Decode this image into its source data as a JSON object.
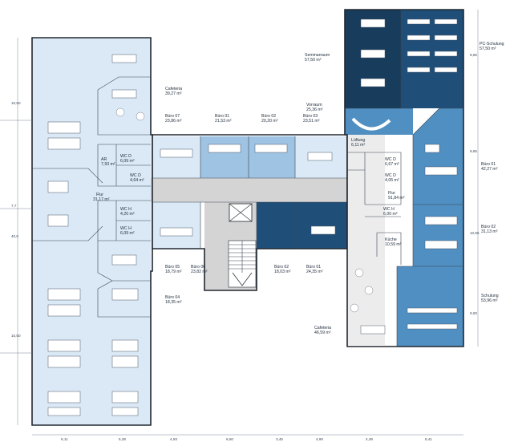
{
  "colors": {
    "light_blue": "#dbe8f6",
    "mid_blue": "#9fc3e3",
    "blue": "#4f8fc2",
    "dark_blue": "#1f4e79",
    "navy": "#173c5c",
    "grey": "#d4d4d4",
    "light_grey": "#ececec"
  },
  "rooms": {
    "cafeteria_w": {
      "name": "Cafeteria",
      "area": "39,27 m²"
    },
    "buero07": {
      "name": "Büro 07",
      "area": "23,86 m²"
    },
    "buero01_top": {
      "name": "Büro 01",
      "area": "21,53 m²"
    },
    "buero02_top": {
      "name": "Büro 02",
      "area": "20,20 m²"
    },
    "buero03": {
      "name": "Büro 03",
      "area": "23,51 m²"
    },
    "vorraum": {
      "name": "Vorraum",
      "area": "25,36 m²"
    },
    "seminarraum": {
      "name": "Seminarraum",
      "area": "57,50 m²"
    },
    "pc_schulung": {
      "name": "PC-Schulung",
      "area": "57,50 m²"
    },
    "lueftung": {
      "name": "Lüftung",
      "area": "6,11 m²"
    },
    "ar": {
      "name": "AR",
      "area": "7,93 m²"
    },
    "wcd_w1": {
      "name": "WC D",
      "area": "6,09 m²"
    },
    "wcd_w2": {
      "name": "WC D",
      "area": "4,64 m²"
    },
    "wch_w1": {
      "name": "WC H",
      "area": "4,20 m²"
    },
    "wch_w2": {
      "name": "WC H",
      "area": "6,09 m²"
    },
    "flur_w": {
      "name": "Flur",
      "area": "31,17 m²"
    },
    "wcd_e1": {
      "name": "WC D",
      "area": "6,67 m²"
    },
    "wcd_e2": {
      "name": "WC D",
      "area": "4,05 m²"
    },
    "flur_e": {
      "name": "Flur",
      "area": "91,84 m²"
    },
    "wch_e": {
      "name": "WC H",
      "area": "6,00 m²"
    },
    "kueche": {
      "name": "Küche",
      "area": "10,59 m²"
    },
    "buero01_e": {
      "name": "Büro 01",
      "area": "42,27 m²"
    },
    "buero02_e": {
      "name": "Büro 02",
      "area": "31,13 m²"
    },
    "schulung": {
      "name": "Schulung",
      "area": "53,96 m²"
    },
    "buero05": {
      "name": "Büro 05",
      "area": "18,79 m²"
    },
    "buero06": {
      "name": "Büro 06",
      "area": "23,82 m²"
    },
    "buero02_bot": {
      "name": "Büro 02",
      "area": "18,03 m²"
    },
    "buero01_bot": {
      "name": "Büro 01",
      "area": "24,35 m²"
    },
    "buero04": {
      "name": "Büro 04",
      "area": "18,35 m²"
    },
    "cafeteria_e": {
      "name": "Cafeteria",
      "area": "46,59 m²"
    }
  },
  "dimensions": {
    "bottom": [
      "6,11",
      "5,38",
      "4,93",
      "6,50",
      "3,45",
      "4,90",
      "4,39",
      "8,41"
    ],
    "left": [
      "10,50",
      "7,7",
      "40,0",
      "10,50"
    ],
    "right": [
      "9,66",
      "9,65",
      "10,85",
      "9,00"
    ]
  }
}
